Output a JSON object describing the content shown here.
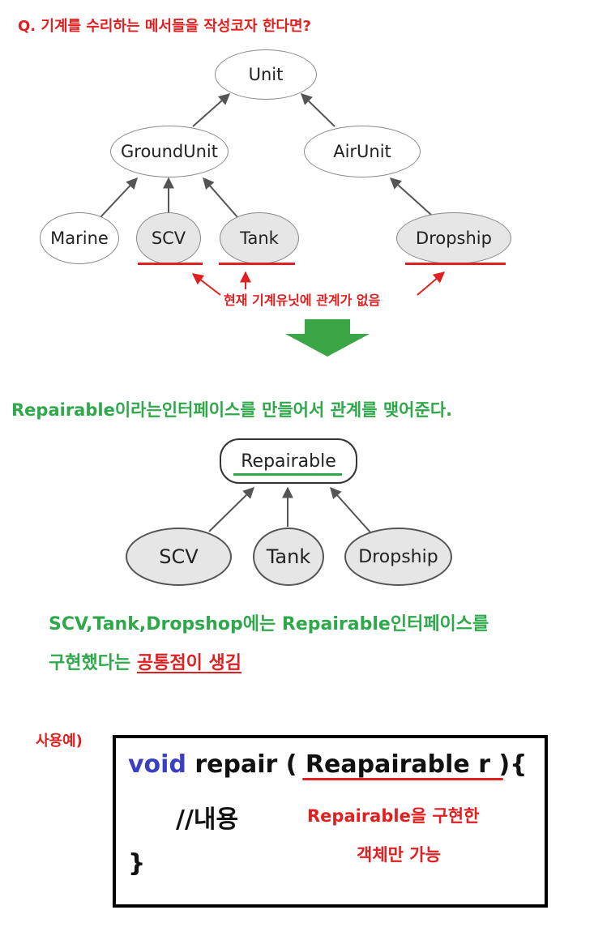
{
  "question": "Q. 기계를 수리하는 메서들을 작성코자 한다면?",
  "hierarchy": {
    "unit": "Unit",
    "ground_unit": "GroundUnit",
    "air_unit": "AirUnit",
    "marine": "Marine",
    "scv": "SCV",
    "tank": "Tank",
    "dropship": "Dropship"
  },
  "no_relation_note": "현재 기계유닛에 관계가 없음",
  "solution_text": "Repairable이라는인터페이스를 만들어서 관계를 맺어준다.",
  "interface_tree": {
    "repairable": "Repairable",
    "scv": "SCV",
    "tank": "Tank",
    "dropship": "Dropship"
  },
  "common_text": {
    "line1": "SCV,Tank,Dropshop에는 Repairable인터페이스를",
    "line2_prefix": "구현했다는 ",
    "line2_highlight": "공통점이 생김"
  },
  "usage_label": "사용예)",
  "code": {
    "keyword": "void",
    "signature_start": " repair ( ",
    "param": "Reapairable r ",
    "signature_end": "){",
    "comment": "//내용",
    "close": "}",
    "note_line1": "Repairable을 구현한",
    "note_line2": "객체만 가능"
  },
  "colors": {
    "red": "#e02020",
    "green": "#2ea84a",
    "keyword_blue": "#3b3fc2",
    "node_gray": "#e6e6e6"
  }
}
